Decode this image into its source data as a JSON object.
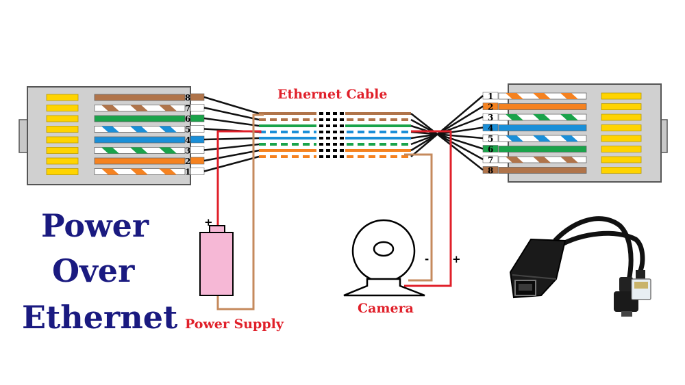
{
  "title": {
    "line1": "Power",
    "line2": "Over",
    "line3": "Ethernet"
  },
  "labels": {
    "cable": "Ethernet Cable",
    "power_supply": "Power Supply",
    "camera": "Camera",
    "plus": "+",
    "minus": "-"
  },
  "pins": [
    "1",
    "2",
    "3",
    "4",
    "5",
    "6",
    "7",
    "8"
  ],
  "colors": {
    "title_blue": "#1a1a80",
    "label_red": "#e0202a",
    "connector_gray": "#d0d0d0",
    "contact_yellow": "#ffd400",
    "wire_orange": "#f58220",
    "wire_green": "#1aa34a",
    "wire_blue": "#1a8fd8",
    "wire_brown": "#b0744a",
    "power_red": "#e0202a",
    "power_tan": "#c58a5c",
    "battery_pink": "#f6b8d6"
  },
  "icons": [
    "rj45-connector-left-icon",
    "rj45-connector-right-icon",
    "battery-icon",
    "camera-icon",
    "poe-splitter-icon"
  ]
}
